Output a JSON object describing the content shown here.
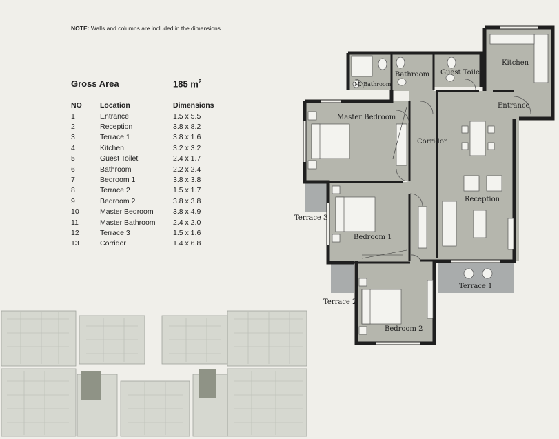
{
  "note": {
    "prefix": "NOTE:",
    "text": "Walls and columns are included in the dimensions"
  },
  "gross_area": {
    "label": "Gross Area",
    "value": "185 m",
    "unit_sup": "2"
  },
  "table": {
    "headers": [
      "NO",
      "Location",
      "Dimensions"
    ],
    "rows": [
      [
        "1",
        "Entrance",
        "1.5 x 5.5"
      ],
      [
        "2",
        "Reception",
        "3.8 x 8.2"
      ],
      [
        "3",
        "Terrace 1",
        "3.8 x 1.6"
      ],
      [
        "4",
        "Kitchen",
        "3.2 x 3.2"
      ],
      [
        "5",
        "Guest Toilet",
        "2.4 x 1.7"
      ],
      [
        "6",
        "Bathroom",
        "2.2 x 2.4"
      ],
      [
        "7",
        "Bedroom 1",
        "3.8 x 3.8"
      ],
      [
        "8",
        "Terrace 2",
        "1.5 x 1.7"
      ],
      [
        "9",
        "Bedroom 2",
        "3.8 x 3.8"
      ],
      [
        "10",
        "Master Bedroom",
        "3.8 x 4.9"
      ],
      [
        "11",
        "Master Bathroom",
        "2.4 x 2.0"
      ],
      [
        "12",
        "Terrace 3",
        "1.5 x 1.6"
      ],
      [
        "13",
        "Corridor",
        "1.4 x 6.8"
      ]
    ]
  },
  "plan_labels": {
    "kitchen": "Kitchen",
    "guest_toilet": "Guest Toilet",
    "bathroom": "Bathroom",
    "m_bathroom": "M. Bathroom",
    "master_bedroom": "Master Bedroom",
    "entrance": "Entrance",
    "corridor": "Corridor",
    "reception": "Reception",
    "bedroom1": "Bedroom 1",
    "bedroom2": "Bedroom 2",
    "terrace1": "Terrace 1",
    "terrace2": "Terrace 2",
    "terrace3": "Terrace 3"
  },
  "colors": {
    "floor": "#b5b6ad",
    "wall": "#1f1f1f",
    "terrace": "#a9acac",
    "background": "#f0efea"
  }
}
